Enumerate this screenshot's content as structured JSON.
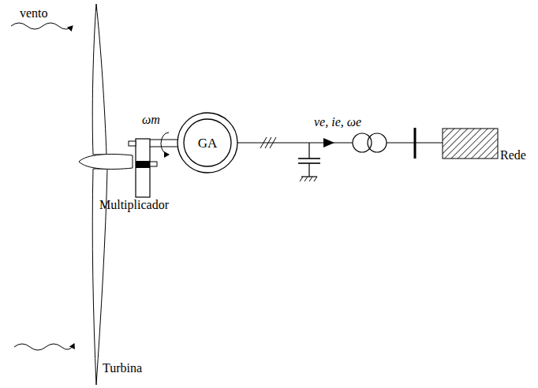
{
  "diagram": {
    "nodes": [
      {
        "text": [
          "GA"
        ]
      }
    ],
    "labels": [
      "vento",
      "ωm",
      "ve, ie, ωe",
      "Multiplicador",
      "Turbina",
      "Rede"
    ]
  }
}
